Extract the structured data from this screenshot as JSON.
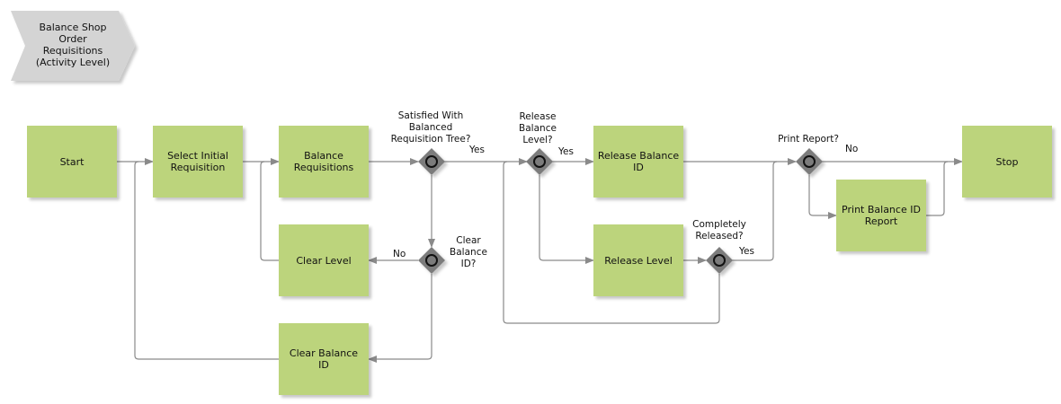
{
  "header": {
    "title_lines": [
      "Balance Shop",
      "Order",
      "Requisitions",
      "(Activity Level)"
    ]
  },
  "colors": {
    "task_fill": "#bcd47c",
    "header_fill": "#d4d4d4",
    "gateway_fill": "#7c7c7c",
    "line": "#8a8a8a"
  },
  "nodes": {
    "start": "Start",
    "select_initial_requisition": "Select Initial Requisition",
    "balance_requisitions": "Balance Requisitions",
    "clear_level": "Clear Level",
    "clear_balance_id": "Clear Balance ID",
    "release_balance_id": "Release Balance ID",
    "release_level": "Release Level",
    "print_balance_id_report": "Print Balance ID Report",
    "stop": "Stop"
  },
  "gateways": {
    "satisfied_lines": [
      "Satisfied With",
      "Balanced",
      "Requisition Tree?"
    ],
    "clear_balance_id_lines": [
      "Clear",
      "Balance",
      "ID?"
    ],
    "release_balance_level_lines": [
      "Release",
      "Balance",
      "Level?"
    ],
    "completely_released_lines": [
      "Completely",
      "Released?"
    ],
    "print_report": "Print Report?"
  },
  "edge_labels": {
    "satisfied_yes": "Yes",
    "clear_no": "No",
    "release_yes": "Yes",
    "completely_yes": "Yes",
    "print_no": "No"
  }
}
